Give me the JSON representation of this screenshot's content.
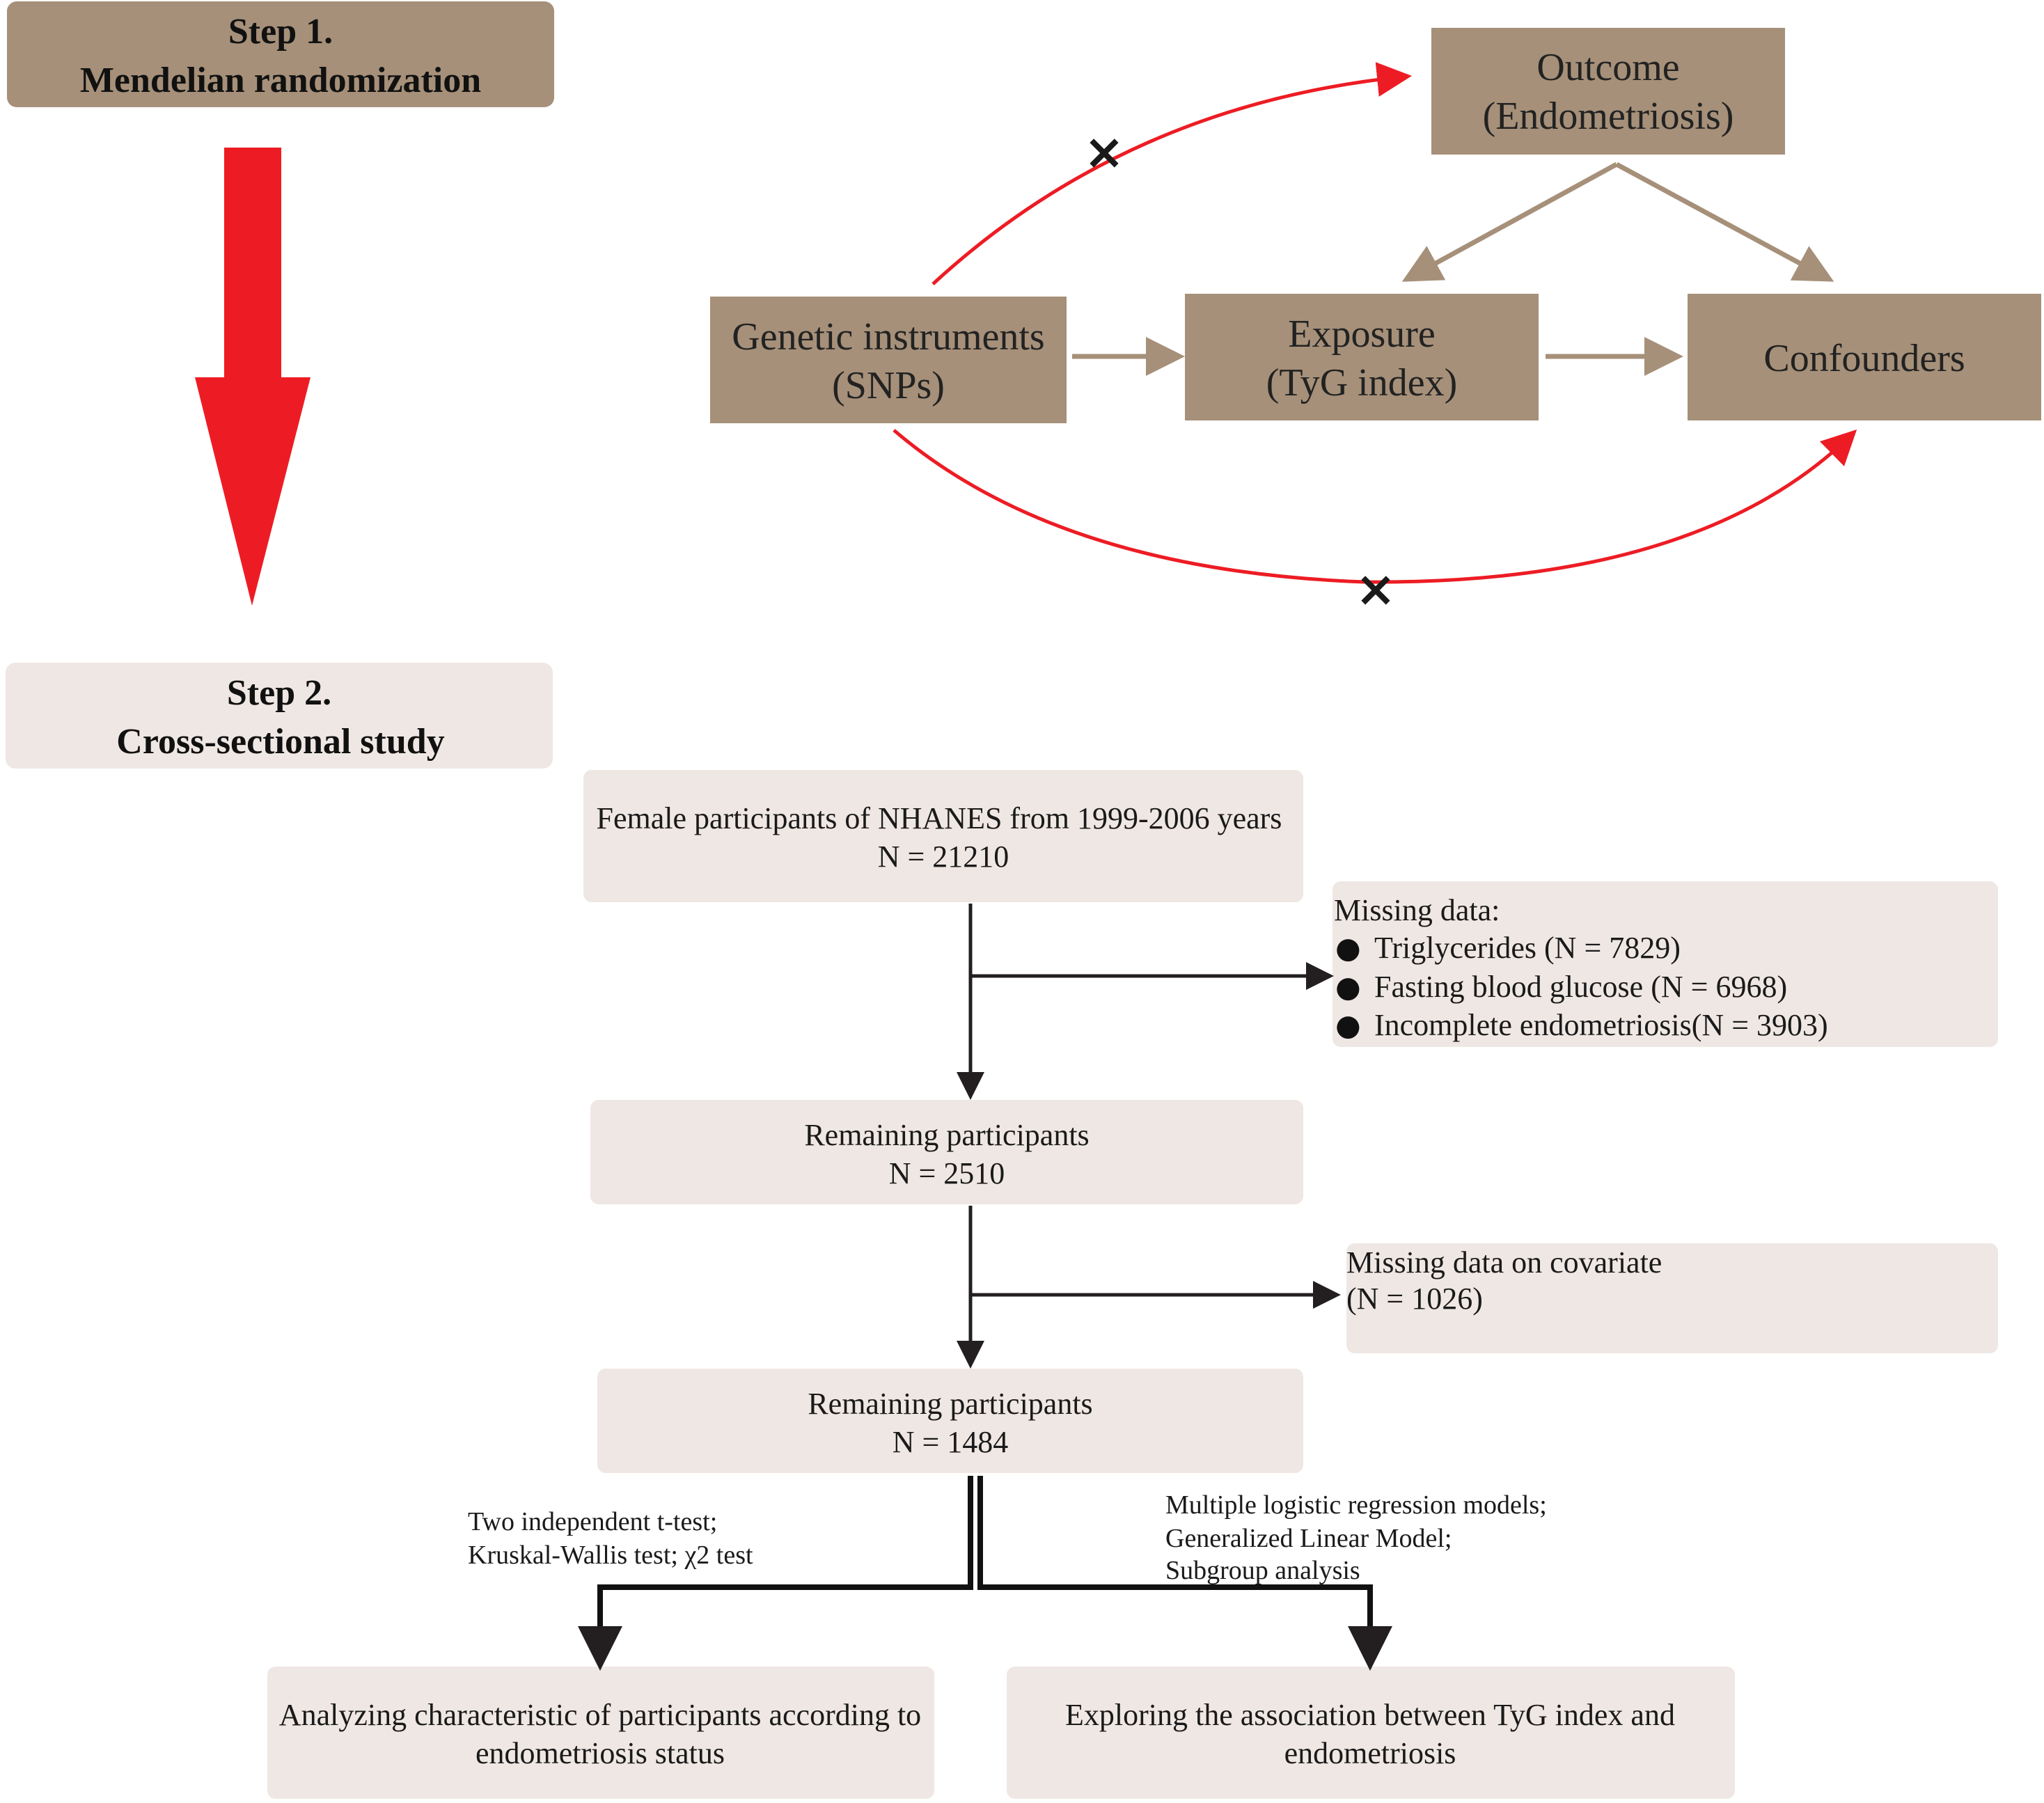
{
  "step1": {
    "line1": "Step 1.",
    "line2": "Mendelian randomization"
  },
  "step2": {
    "line1": "Step 2.",
    "line2": "Cross-sectional study"
  },
  "mr": {
    "outcome": {
      "line1": "Outcome",
      "line2": "(Endometriosis)"
    },
    "instruments": {
      "line1": "Genetic instruments",
      "line2": "(SNPs)"
    },
    "exposure": {
      "line1": "Exposure",
      "line2": "(TyG index)"
    },
    "confounders": {
      "line1": "Confounders"
    },
    "blocked_mark": "×"
  },
  "flow": {
    "start": {
      "line1": "Female participants of NHANES from 1999-2006 years",
      "line2": "N = 21210"
    },
    "exclusion1": {
      "title": "Missing data:",
      "bullet": "●",
      "items": [
        "Triglycerides (N = 7829)",
        "Fasting blood glucose (N = 6968)",
        "Incomplete endometriosis(N = 3903)"
      ]
    },
    "remain1": {
      "line1": "Remaining participants",
      "line2": "N = 2510"
    },
    "exclusion2": {
      "line1": "Missing data on covariate",
      "line2": "(N = 1026)"
    },
    "remain2": {
      "line1": "Remaining participants",
      "line2": "N = 1484"
    },
    "left_methods": [
      "Two independent t-test;",
      "Kruskal-Wallis test; χ2 test"
    ],
    "right_methods": [
      "Multiple logistic regression models;",
      "Generalized Linear Model;",
      "Subgroup analysis"
    ],
    "result_left": {
      "line1": "Analyzing characteristic of participants according to",
      "line2": "endometriosis status"
    },
    "result_right": {
      "line1": "Exploring the association between  TyG index and",
      "line2": "endometriosis"
    }
  },
  "colors": {
    "brown_box": "#a69079",
    "light_box": "#efe7e3",
    "red": "#ed1c24",
    "brown_arrow": "#a69079",
    "line": "#231f20",
    "text": "#1a1a1a"
  }
}
